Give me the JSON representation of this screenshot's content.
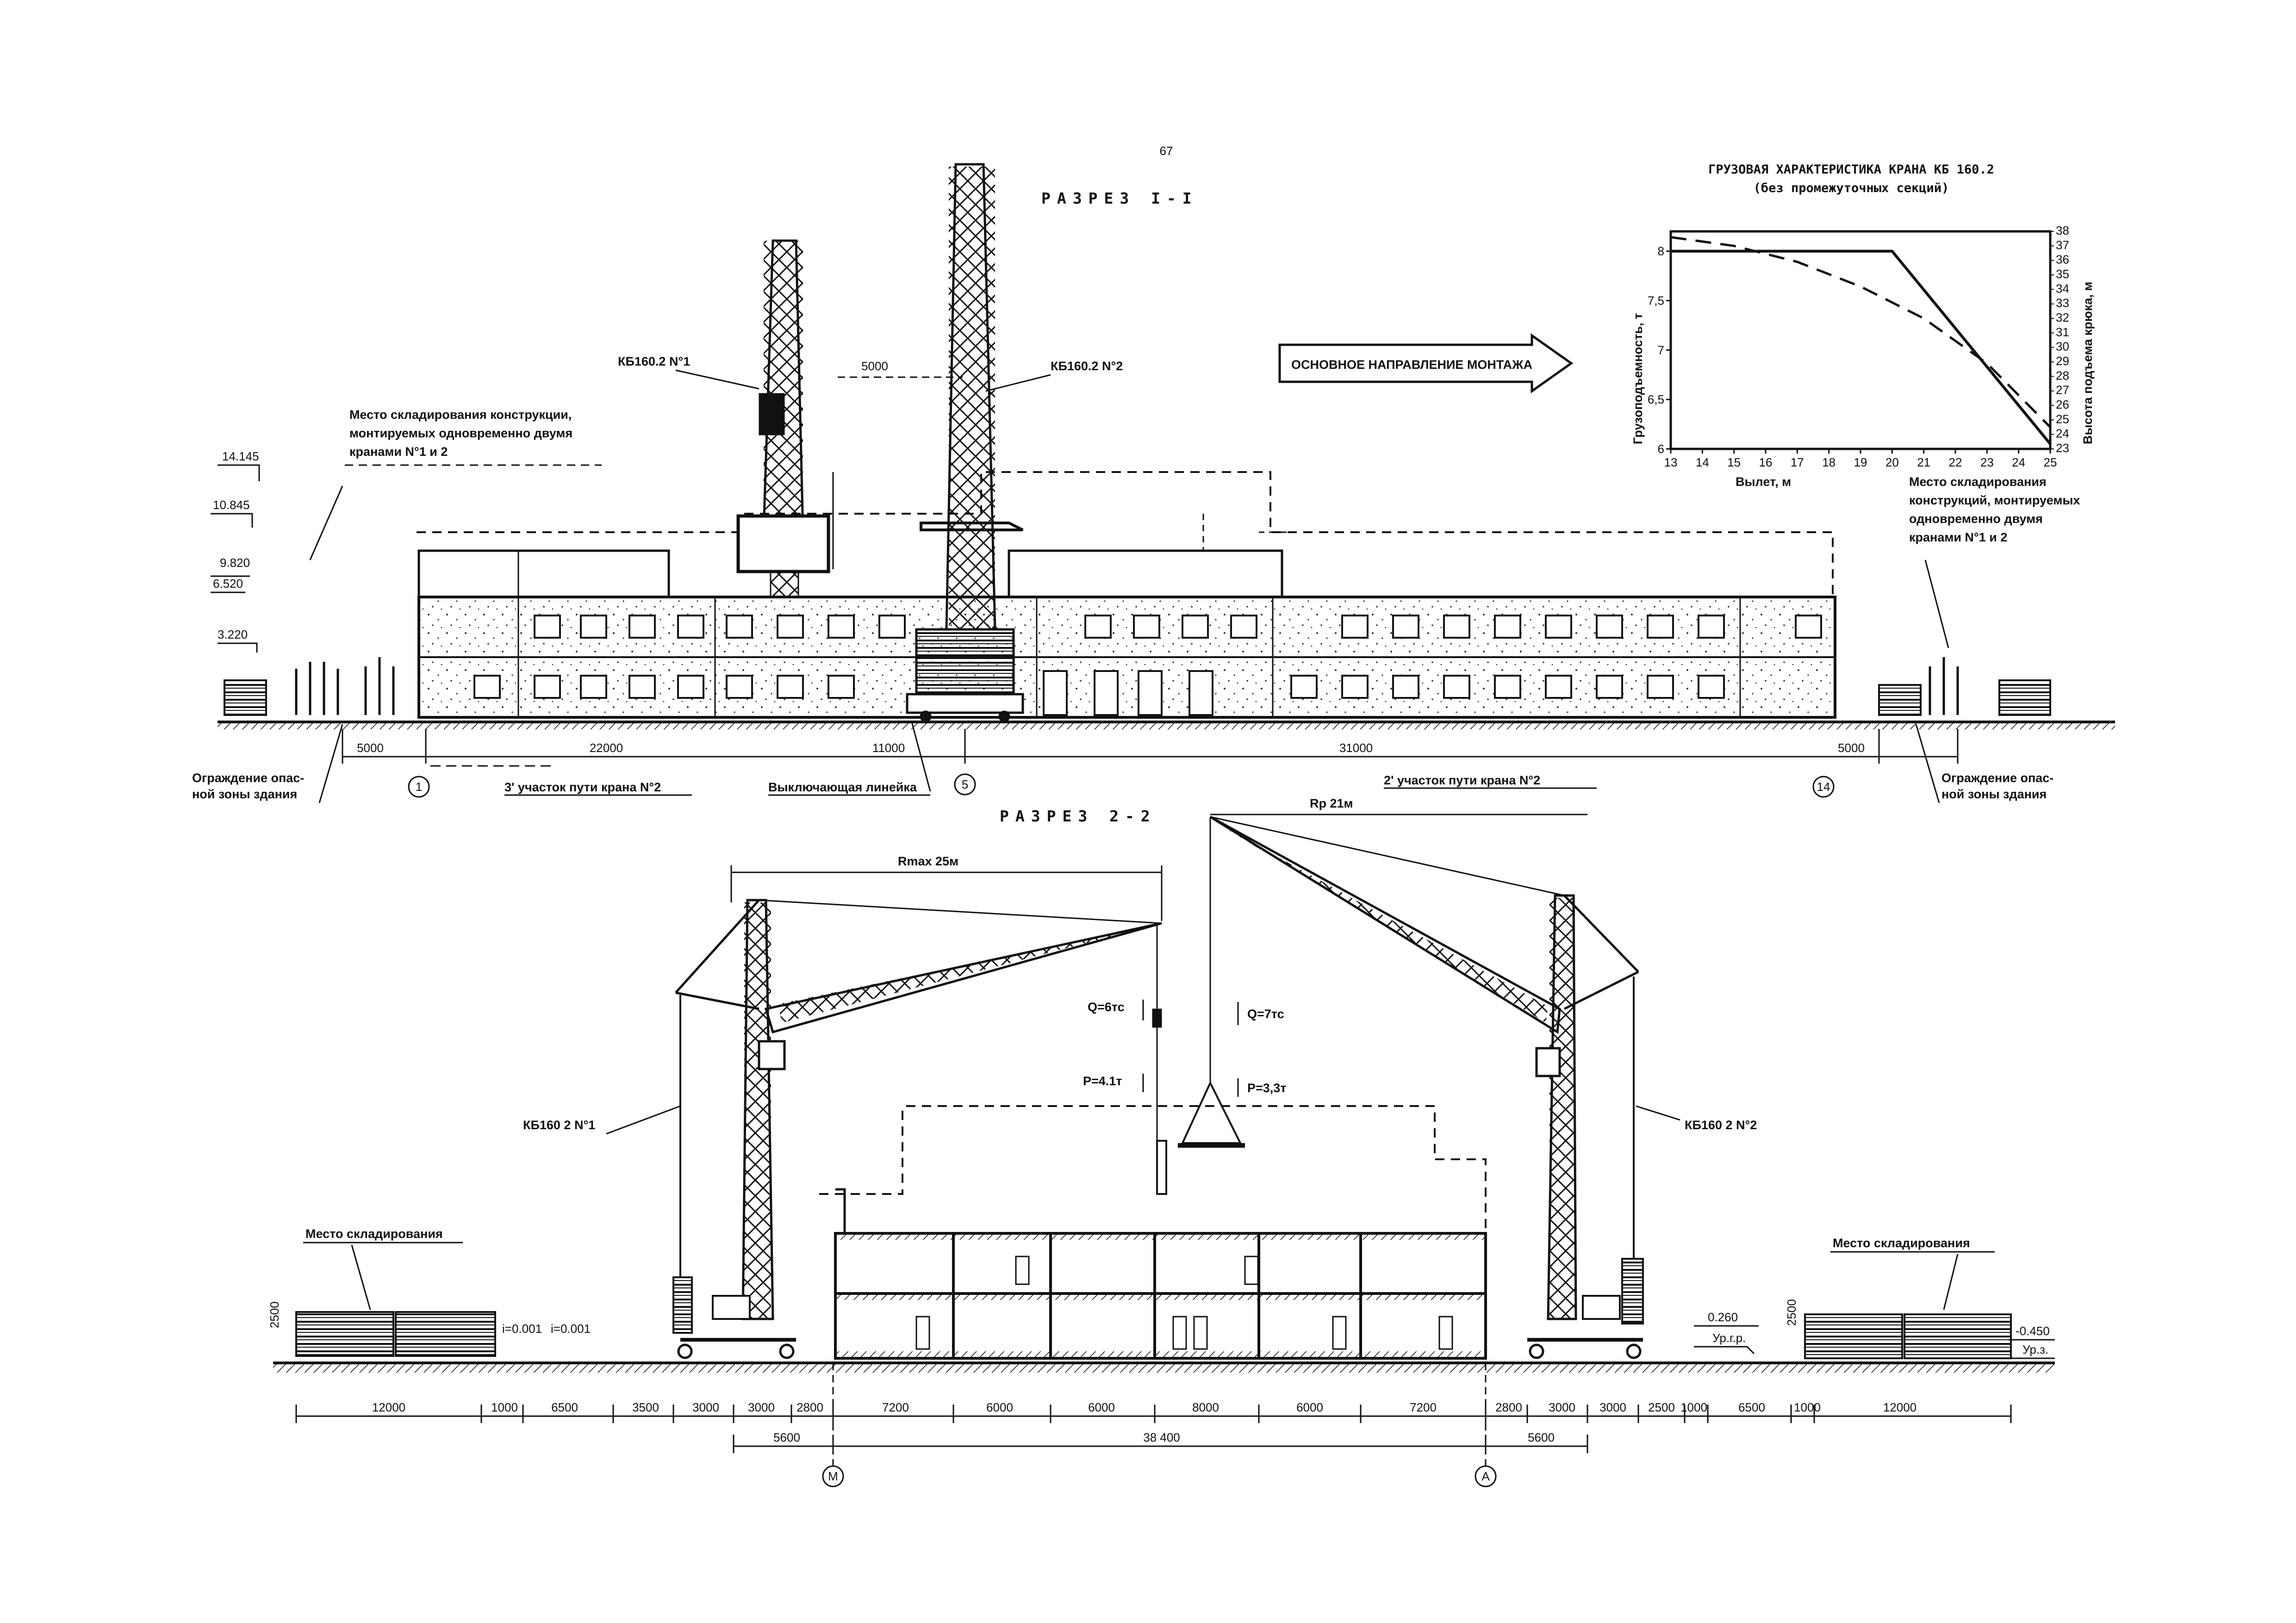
{
  "page_number": "67",
  "section1": {
    "title": "РАЗРЕЗ I-I",
    "crane1": "КБ160.2 N°1",
    "crane2": "КБ160.2 N°2",
    "gap": "5000",
    "direction": "ОСНОВНОЕ НАПРАВЛЕНИЕ МОНТАЖА",
    "storage_left": [
      "Место складирования конструкции,",
      "монтируемых одновременно двумя",
      "кранами N°1 и 2"
    ],
    "storage_right": [
      "Место складирования",
      "конструкций, монтируемых",
      "одновременно двумя",
      "кранами N°1 и 2"
    ],
    "levels": [
      "14.145",
      "10.845",
      "9.820",
      "6.520",
      "3.220"
    ],
    "dims": [
      "5000",
      "22000",
      "11000",
      "31000",
      "5000"
    ],
    "axes": [
      "1",
      "5",
      "14"
    ],
    "fence_left": [
      "Ограждение опас-",
      "ной зоны здания"
    ],
    "fence_right": [
      "Ограждение опас-",
      "ной зоны здания"
    ],
    "track3": "3' участок пути крана N°2",
    "switch": "Выключающая линейка",
    "track2": "2' участок пути крана N°2"
  },
  "chart_title": [
    "ГРУЗОВАЯ ХАРАКТЕРИСТИКА КРАНА КБ 160.2",
    "(без промежуточных секций)"
  ],
  "chart_data": {
    "type": "line",
    "title": "ГРУЗОВАЯ ХАРАКТЕРИСТИКА КРАНА КБ 160.2",
    "subtitle": "(без промежуточных секций)",
    "xlabel": "Вылет, м",
    "ylabel": "Грузоподъемность, т",
    "y2label": "Высота подъема крюка, м",
    "x": [
      13,
      14,
      15,
      16,
      17,
      18,
      19,
      20,
      21,
      22,
      23,
      24,
      25
    ],
    "xlim": [
      13,
      25
    ],
    "ylim": [
      6,
      8.2
    ],
    "y2lim": [
      23,
      38
    ],
    "y_ticks": [
      "6",
      "6,5",
      "7",
      "7,5",
      "8"
    ],
    "y2_ticks": [
      "23",
      "24",
      "25",
      "26",
      "27",
      "28",
      "29",
      "30",
      "31",
      "32",
      "33",
      "34",
      "35",
      "36",
      "37",
      "38"
    ],
    "series": [
      {
        "style": "solid",
        "axis": "left",
        "x": [
          13,
          15,
          20,
          25
        ],
        "y": [
          8,
          8,
          8,
          6.05
        ]
      },
      {
        "style": "dashed",
        "axis": "right",
        "x": [
          13,
          15,
          17,
          19,
          21,
          23,
          25
        ],
        "y": [
          37.6,
          37.0,
          35.9,
          34.2,
          32.0,
          28.9,
          24.5
        ]
      }
    ],
    "grid": false
  },
  "section2": {
    "title": "РАЗРЕЗ 2-2",
    "rmax": "Rmax 25м",
    "rp": "Rp 21м",
    "crane1": "КБ160 2 N°1",
    "crane2": "КБ160 2 N°2",
    "q1": "Q=6тс",
    "p1": "P=4.1т",
    "q2": "Q=7тс",
    "p2": "P=3,3т",
    "storage_left": "Место складирования",
    "storage_right": "Место складирования",
    "h_left": "2500",
    "h_right": "2500",
    "slope_l": "i=0.001",
    "slope_r": "i=0.001",
    "lvl1": "0.260",
    "lvl1_tag": "Ур.г.р.",
    "lvl2": "-0.450",
    "lvl2_tag": "Ур.з.",
    "dims": [
      "12000",
      "1000",
      "6500",
      "3500",
      "3000",
      "3000",
      "2800",
      "7200",
      "6000",
      "6000",
      "8000",
      "6000",
      "7200",
      "2800",
      "3000",
      "3000",
      "2500",
      "1000",
      "6500",
      "1000",
      "12000"
    ],
    "dims2": [
      "5600",
      "38 400",
      "5600"
    ],
    "axes": [
      "М",
      "А"
    ]
  }
}
